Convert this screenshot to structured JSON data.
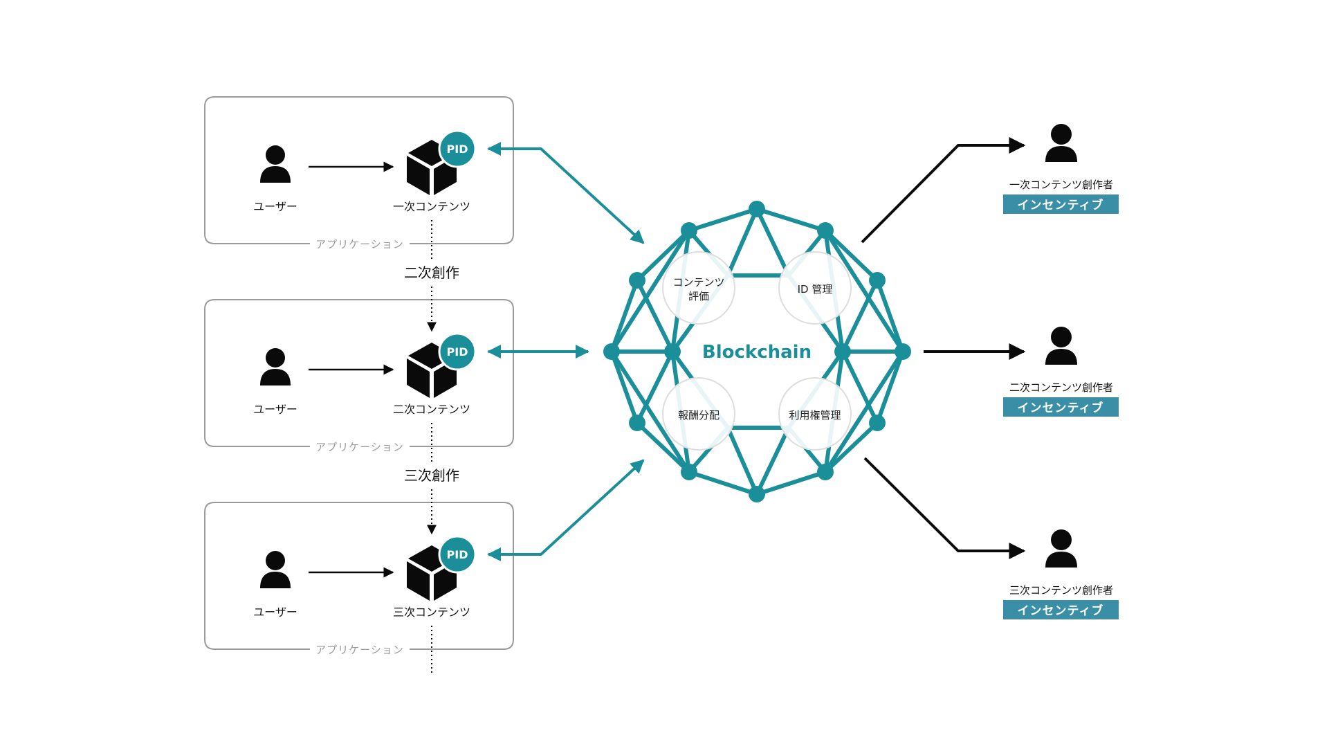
{
  "applications": [
    {
      "user_label": "ユーザー",
      "content_label": "一次コンテンツ",
      "pid_label": "PID",
      "app_label": "アプリケーション"
    },
    {
      "user_label": "ユーザー",
      "content_label": "二次コンテンツ",
      "pid_label": "PID",
      "app_label": "アプリケーション"
    },
    {
      "user_label": "ユーザー",
      "content_label": "三次コンテンツ",
      "pid_label": "PID",
      "app_label": "アプリケーション"
    }
  ],
  "derivations": [
    {
      "label": "二次創作"
    },
    {
      "label": "三次創作"
    }
  ],
  "blockchain": {
    "title": "Blockchain",
    "functions": [
      {
        "lines": [
          "コンテンツ",
          "評価"
        ]
      },
      {
        "lines": [
          "ID 管理"
        ]
      },
      {
        "lines": [
          "報酬分配"
        ]
      },
      {
        "lines": [
          "利用権管理"
        ]
      }
    ]
  },
  "creators": [
    {
      "label": "一次コンテンツ創作者",
      "incentive": "インセンティブ"
    },
    {
      "label": "二次コンテンツ創作者",
      "incentive": "インセンティブ"
    },
    {
      "label": "三次コンテンツ創作者",
      "incentive": "インセンティブ"
    }
  ],
  "colors": {
    "teal": "#1a8f9a",
    "incentive_bg": "#3a8fa6",
    "icon_black": "#0a0a0a"
  }
}
